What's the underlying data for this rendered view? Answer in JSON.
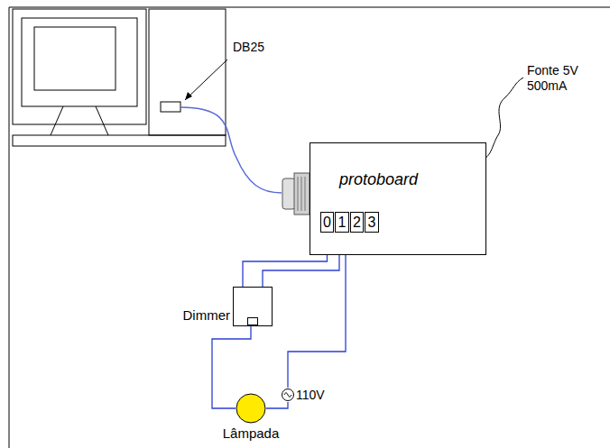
{
  "diagram": {
    "nodes": [
      {
        "text": [
          "protoboard"
        ]
      },
      {
        "text": [
          "0"
        ],
        "in": 0
      },
      {
        "text": [
          "1"
        ],
        "in": 0
      },
      {
        "text": [
          "2"
        ],
        "in": 0
      },
      {
        "text": [
          "3"
        ],
        "in": 0
      },
      {
        "text": [
          "Dimmer"
        ]
      },
      {
        "text": [
          "110V"
        ]
      },
      {
        "text": [
          "Lâmpada"
        ]
      }
    ],
    "edges": [
      {
        "from": 1,
        "to": 5,
        "arrow": "none"
      },
      {
        "from": 2,
        "to": 5,
        "arrow": "none"
      },
      {
        "from": 5,
        "to": 7,
        "arrow": "none"
      },
      {
        "from": 7,
        "to": 6,
        "arrow": "none"
      },
      {
        "from": 6,
        "to": 2,
        "arrow": "none"
      }
    ],
    "labels": [
      "DB25",
      "Fonte 5V 500mA"
    ]
  }
}
